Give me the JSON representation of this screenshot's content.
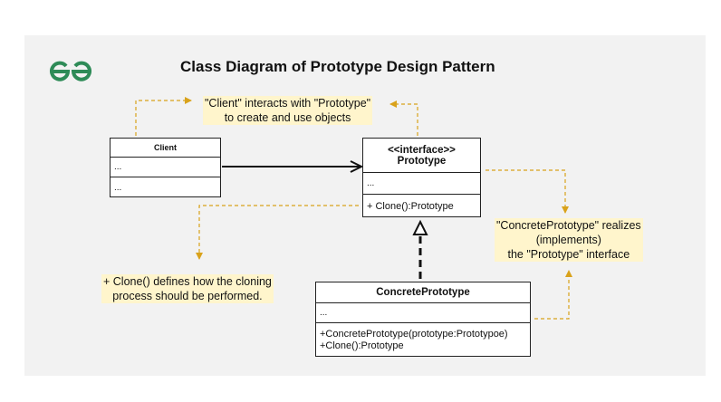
{
  "title": "Class Diagram of Prototype Design Pattern",
  "colors": {
    "accent": "#2e8b57",
    "dashed": "#d9a21b",
    "note_bg": "#fff5cc",
    "canvas": "#f2f2f2"
  },
  "logo": {
    "icon": "geeksforgeeks-logo-icon"
  },
  "notes": {
    "client_interaction": [
      "\"Client\" interacts with \"Prototype\"",
      "to create and use objects"
    ],
    "clone_definition": [
      "+ Clone() defines how the cloning",
      "process should be performed."
    ],
    "realization": [
      "\"ConcretePrototype\" realizes",
      "(implements)",
      "the \"Prototype\" interface"
    ]
  },
  "classes": {
    "client": {
      "name": "Client",
      "attributes": "...",
      "operations": "..."
    },
    "prototype": {
      "stereotype": "<<interface>>",
      "name": "Prototype",
      "attributes": "...",
      "operations": "+ Clone():Prototype"
    },
    "concrete": {
      "name": "ConcretePrototype",
      "attributes": "...",
      "operations": [
        "+ConcretePrototype(prototype:Prototypoe)",
        "+Clone():Prototype"
      ]
    }
  }
}
